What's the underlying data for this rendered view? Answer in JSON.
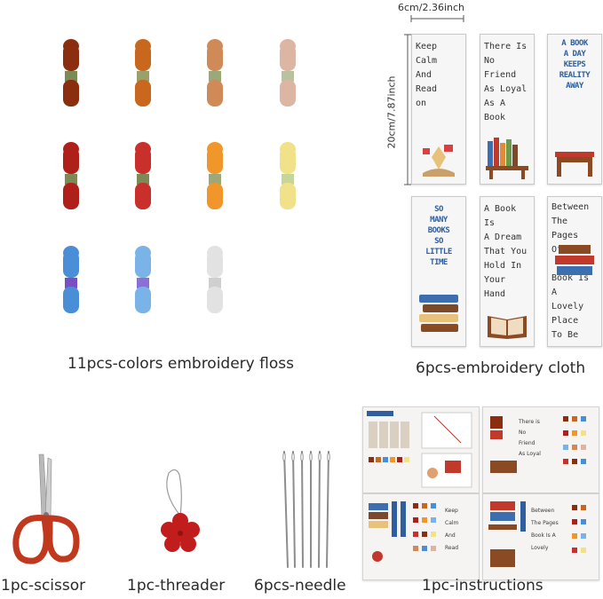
{
  "product": {
    "floss_caption": "11pcs-colors embroidery floss",
    "cloth_caption": "6pcs-embroidery cloth",
    "scissor_caption": "1pc-scissor",
    "threader_caption": "1pc-threader",
    "needle_caption": "6pcs-needle",
    "instructions_caption": "1pc-instructions",
    "width_measure": "6cm/2.36inch",
    "height_measure": "20cm/7.87inch"
  },
  "floss_colors": [
    "#8b2d0f",
    "#c8671d",
    "#cf8a58",
    "#ddb5a3",
    "#b0201a",
    "#c9302c",
    "#f0962a",
    "#f1e28a",
    "#4a8ed8",
    "#7ab3e8",
    "#e2e2e2"
  ],
  "bookmarks": [
    {
      "text": "Keep\nCalm\nAnd\nRead\non"
    },
    {
      "text": "There Is\nNo\nFriend\nAs Loyal\nAs A\nBook"
    },
    {
      "text": "A BOOK\nA DAY\nKEEPS\nREALITY\nAWAY"
    },
    {
      "text": "SO\nMANY\nBOOKS\nSO\nLITTLE\nTIME"
    },
    {
      "text": "A Book Is\nA Dream\nThat You\nHold In\nYour\nHand"
    },
    {
      "text": "Between\nThe Pages\nOf A\n\nBook Is A\nLovely\nPlace\nTo Be"
    }
  ]
}
